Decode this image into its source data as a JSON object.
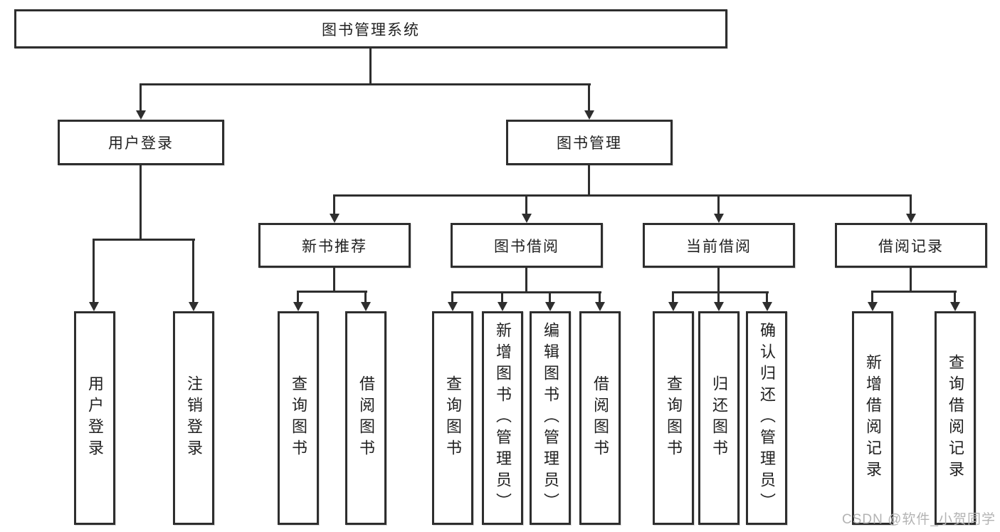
{
  "nodes": {
    "root": {
      "label": "图书管理系统"
    },
    "user_login": {
      "label": "用户登录"
    },
    "book_mgmt": {
      "label": "图书管理"
    },
    "new_book_rec": {
      "label": "新书推荐"
    },
    "book_borrow": {
      "label": "图书借阅"
    },
    "current_borrow": {
      "label": "当前借阅"
    },
    "borrow_record": {
      "label": "借阅记录"
    },
    "leaf_user_login": {
      "label": "用户登录"
    },
    "leaf_logout": {
      "label": "注销登录"
    },
    "leaf_nb_query": {
      "label": "查询图书"
    },
    "leaf_nb_borrow": {
      "label": "借阅图书"
    },
    "leaf_bb_query": {
      "label": "查询图书"
    },
    "leaf_bb_add": {
      "label": "新增图书（管理员）"
    },
    "leaf_bb_edit": {
      "label": "编辑图书（管理员）"
    },
    "leaf_bb_borrow": {
      "label": "借阅图书"
    },
    "leaf_cb_query": {
      "label": "查询图书"
    },
    "leaf_cb_return": {
      "label": "归还图书"
    },
    "leaf_cb_confirm": {
      "label": "确认归还（管理员）"
    },
    "leaf_br_add": {
      "label": "新增借阅记录"
    },
    "leaf_br_query": {
      "label": "查询借阅记录"
    }
  },
  "watermark": {
    "text": "CSDN @软件_小贺同学"
  },
  "colors": {
    "line": "#2e2e2e",
    "box_border": "#2e2e2e",
    "text": "#212121",
    "watermark": "#b3b3b3",
    "background": "#ffffff"
  }
}
